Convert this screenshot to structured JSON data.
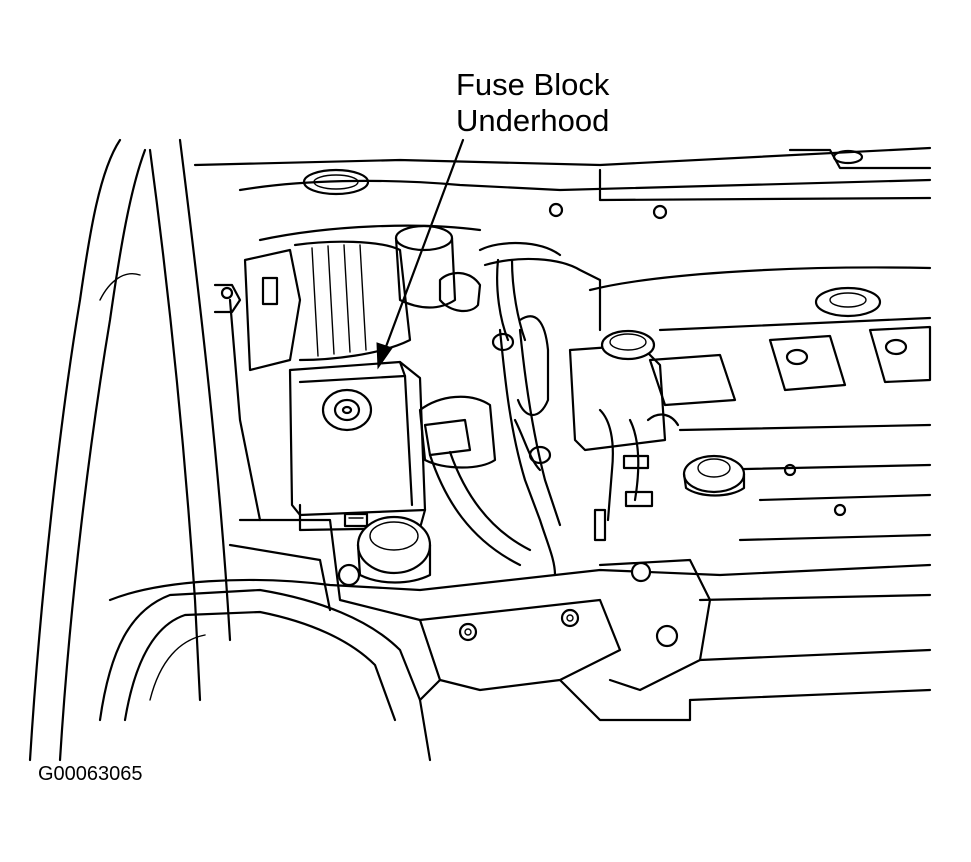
{
  "callout": {
    "line1": "Fuse Block",
    "line2": "Underhood"
  },
  "figure_id": "G00063065",
  "colors": {
    "ink": "#000000",
    "paper": "#ffffff"
  }
}
